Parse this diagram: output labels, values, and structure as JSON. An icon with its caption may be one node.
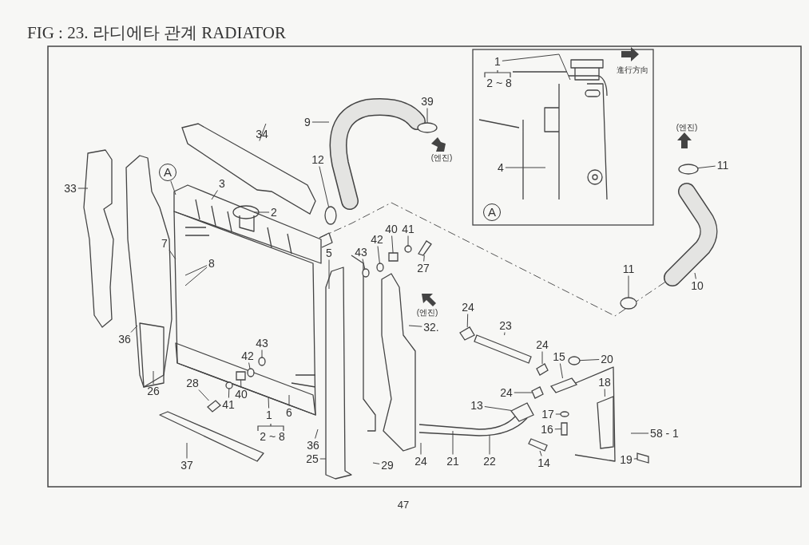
{
  "diagram": {
    "title": "FIG : 23. 라디에타 관계 RADIATOR",
    "nodes": [
      {
        "text": [
          "1"
        ],
        "beside": [
          "2 ~ 8"
        ]
      },
      {
        "text": [
          "4"
        ]
      },
      {
        "text": [
          "39"
        ]
      },
      {
        "text": [
          "9"
        ]
      },
      {
        "text": [
          "34"
        ]
      },
      {
        "text": [
          "11"
        ]
      },
      {
        "text": [
          "33"
        ]
      },
      {
        "text": [
          "12"
        ]
      },
      {
        "text": [
          "3"
        ]
      },
      {
        "text": [
          "2"
        ]
      },
      {
        "text": [
          "7"
        ]
      },
      {
        "text": [
          "8"
        ]
      },
      {
        "text": [
          "5"
        ]
      },
      {
        "text": [
          "43"
        ]
      },
      {
        "text": [
          "42"
        ]
      },
      {
        "text": [
          "40"
        ]
      },
      {
        "text": [
          "41"
        ]
      },
      {
        "text": [
          "27"
        ]
      },
      {
        "text": [
          "11"
        ]
      },
      {
        "text": [
          "10"
        ]
      },
      {
        "text": [
          "24"
        ]
      },
      {
        "text": [
          "23"
        ]
      },
      {
        "text": [
          "32."
        ]
      },
      {
        "text": [
          "36"
        ]
      },
      {
        "text": [
          "43"
        ]
      },
      {
        "text": [
          "42"
        ]
      },
      {
        "text": [
          "24"
        ]
      },
      {
        "text": [
          "15"
        ]
      },
      {
        "text": [
          "20"
        ]
      },
      {
        "text": [
          "26"
        ]
      },
      {
        "text": [
          "28"
        ]
      },
      {
        "text": [
          "40"
        ]
      },
      {
        "text": [
          "41"
        ]
      },
      {
        "text": [
          "6"
        ]
      },
      {
        "text": [
          "1"
        ],
        "beside": [
          "2 ~ 8"
        ]
      },
      {
        "text": [
          "24"
        ]
      },
      {
        "text": [
          "18"
        ]
      },
      {
        "text": [
          "13"
        ]
      },
      {
        "text": [
          "17"
        ]
      },
      {
        "text": [
          "16"
        ]
      },
      {
        "text": [
          "58 - 1"
        ]
      },
      {
        "text": [
          "36"
        ]
      },
      {
        "text": [
          "25"
        ]
      },
      {
        "text": [
          "29"
        ]
      },
      {
        "text": [
          "24"
        ]
      },
      {
        "text": [
          "21"
        ]
      },
      {
        "text": [
          "22"
        ]
      },
      {
        "text": [
          "14"
        ]
      },
      {
        "text": [
          "19"
        ]
      },
      {
        "text": [
          "37"
        ]
      },
      {
        "text": [],
        "shape": "circle"
      },
      {
        "text": [],
        "shape": "box"
      },
      {
        "text": [],
        "shape": "circle"
      },
      {
        "text": [],
        "shape": "circle"
      },
      {
        "text": [],
        "shape": "circle"
      },
      {
        "text": [],
        "shape": "circle"
      },
      {
        "text": [],
        "shape": "box"
      },
      {
        "text": [],
        "shape": "circle"
      },
      {
        "text": [],
        "shape": "box"
      },
      {
        "text": [],
        "shape": "circle"
      },
      {
        "text": [],
        "shape": "box"
      },
      {
        "text": [],
        "shape": "circle"
      },
      {
        "text": [],
        "shape": "circle"
      },
      {
        "text": [],
        "shape": "box"
      },
      {
        "text": [],
        "shape": "box"
      },
      {
        "text": [],
        "shape": "circle"
      },
      {
        "text": [],
        "shape": "box"
      },
      {
        "text": [],
        "shape": "box"
      },
      {
        "text": [],
        "shape": "circle"
      },
      {
        "text": [],
        "shape": "box"
      },
      {
        "text": [],
        "shape": "box"
      },
      {
        "text": [],
        "shape": "box"
      },
      {
        "text": [],
        "shape": "circle"
      },
      {
        "text": [],
        "shape": "box"
      },
      {
        "text": [],
        "shape": "box"
      },
      {
        "text": [],
        "shape": "box"
      },
      {
        "text": [],
        "shape": "box"
      },
      {
        "text": [
          "A"
        ]
      },
      {
        "text": [
          "A"
        ]
      }
    ],
    "edges": [
      {
        "from": 0,
        "to": null,
        "arrow": "none"
      },
      {
        "from": 1,
        "to": null,
        "arrow": "none"
      },
      {
        "from": 2,
        "to": 50,
        "arrow": "none"
      },
      {
        "from": 3,
        "to": null,
        "arrow": "none"
      },
      {
        "from": 4,
        "to": 51,
        "arrow": "none"
      },
      {
        "from": 5,
        "to": 52,
        "arrow": "none"
      },
      {
        "from": 6,
        "to": null,
        "arrow": "none"
      },
      {
        "from": 7,
        "to": 53,
        "arrow": "none"
      },
      {
        "from": 8,
        "to": null,
        "arrow": "none"
      },
      {
        "from": 9,
        "to": null,
        "arrow": "none"
      },
      {
        "from": 10,
        "to": null,
        "arrow": "none"
      },
      {
        "from": 11,
        "to": null,
        "arrow": "none"
      },
      {
        "from": 11,
        "to": null,
        "arrow": "none"
      },
      {
        "from": 12,
        "to": null,
        "arrow": "none"
      },
      {
        "from": 13,
        "to": 54,
        "arrow": "none"
      },
      {
        "from": 14,
        "to": 55,
        "arrow": "none"
      },
      {
        "from": 15,
        "to": 56,
        "arrow": "none"
      },
      {
        "from": 16,
        "to": 57,
        "arrow": "none"
      },
      {
        "from": 17,
        "to": 58,
        "arrow": "none"
      },
      {
        "from": 18,
        "to": 59,
        "arrow": "none"
      },
      {
        "from": 19,
        "to": null,
        "arrow": "none"
      },
      {
        "from": 20,
        "to": 76,
        "arrow": "none"
      },
      {
        "from": 21,
        "to": 60,
        "arrow": "none"
      },
      {
        "from": 22,
        "to": null,
        "arrow": "none"
      },
      {
        "from": 23,
        "to": null,
        "arrow": "none"
      },
      {
        "from": 24,
        "to": 61,
        "arrow": "none"
      },
      {
        "from": 25,
        "to": 62,
        "arrow": "none"
      },
      {
        "from": 26,
        "to": 63,
        "arrow": "none"
      },
      {
        "from": 27,
        "to": 64,
        "arrow": "none"
      },
      {
        "from": 28,
        "to": 65,
        "arrow": "none"
      },
      {
        "from": 29,
        "to": null,
        "arrow": "none"
      },
      {
        "from": 30,
        "to": 66,
        "arrow": "none"
      },
      {
        "from": 31,
        "to": 67,
        "arrow": "none"
      },
      {
        "from": 32,
        "to": 68,
        "arrow": "none"
      },
      {
        "from": 33,
        "to": null,
        "arrow": "none"
      },
      {
        "from": 34,
        "to": null,
        "arrow": "none"
      },
      {
        "from": 35,
        "to": 69,
        "arrow": "none"
      },
      {
        "from": 36,
        "to": 70,
        "arrow": "none"
      },
      {
        "from": 37,
        "to": 71,
        "arrow": "none"
      },
      {
        "from": 38,
        "to": 72,
        "arrow": "none"
      },
      {
        "from": 39,
        "to": 73,
        "arrow": "none"
      },
      {
        "from": 40,
        "to": null,
        "arrow": "none"
      },
      {
        "from": 41,
        "to": null,
        "arrow": "none"
      },
      {
        "from": 42,
        "to": null,
        "arrow": "none"
      },
      {
        "from": 43,
        "to": null,
        "arrow": "none"
      },
      {
        "from": 44,
        "to": null,
        "arrow": "none"
      },
      {
        "from": 45,
        "to": null,
        "arrow": "none"
      },
      {
        "from": 46,
        "to": null,
        "arrow": "none"
      },
      {
        "from": 47,
        "to": 74,
        "arrow": "none"
      },
      {
        "from": 48,
        "to": 75,
        "arrow": "none"
      },
      {
        "from": 49,
        "to": null,
        "arrow": "none"
      },
      {
        "from": 77,
        "to": null,
        "arrow": "none"
      }
    ],
    "labels": [
      "進行方向",
      "(엔진)",
      "(엔진)",
      "(엔진)",
      "47"
    ]
  }
}
